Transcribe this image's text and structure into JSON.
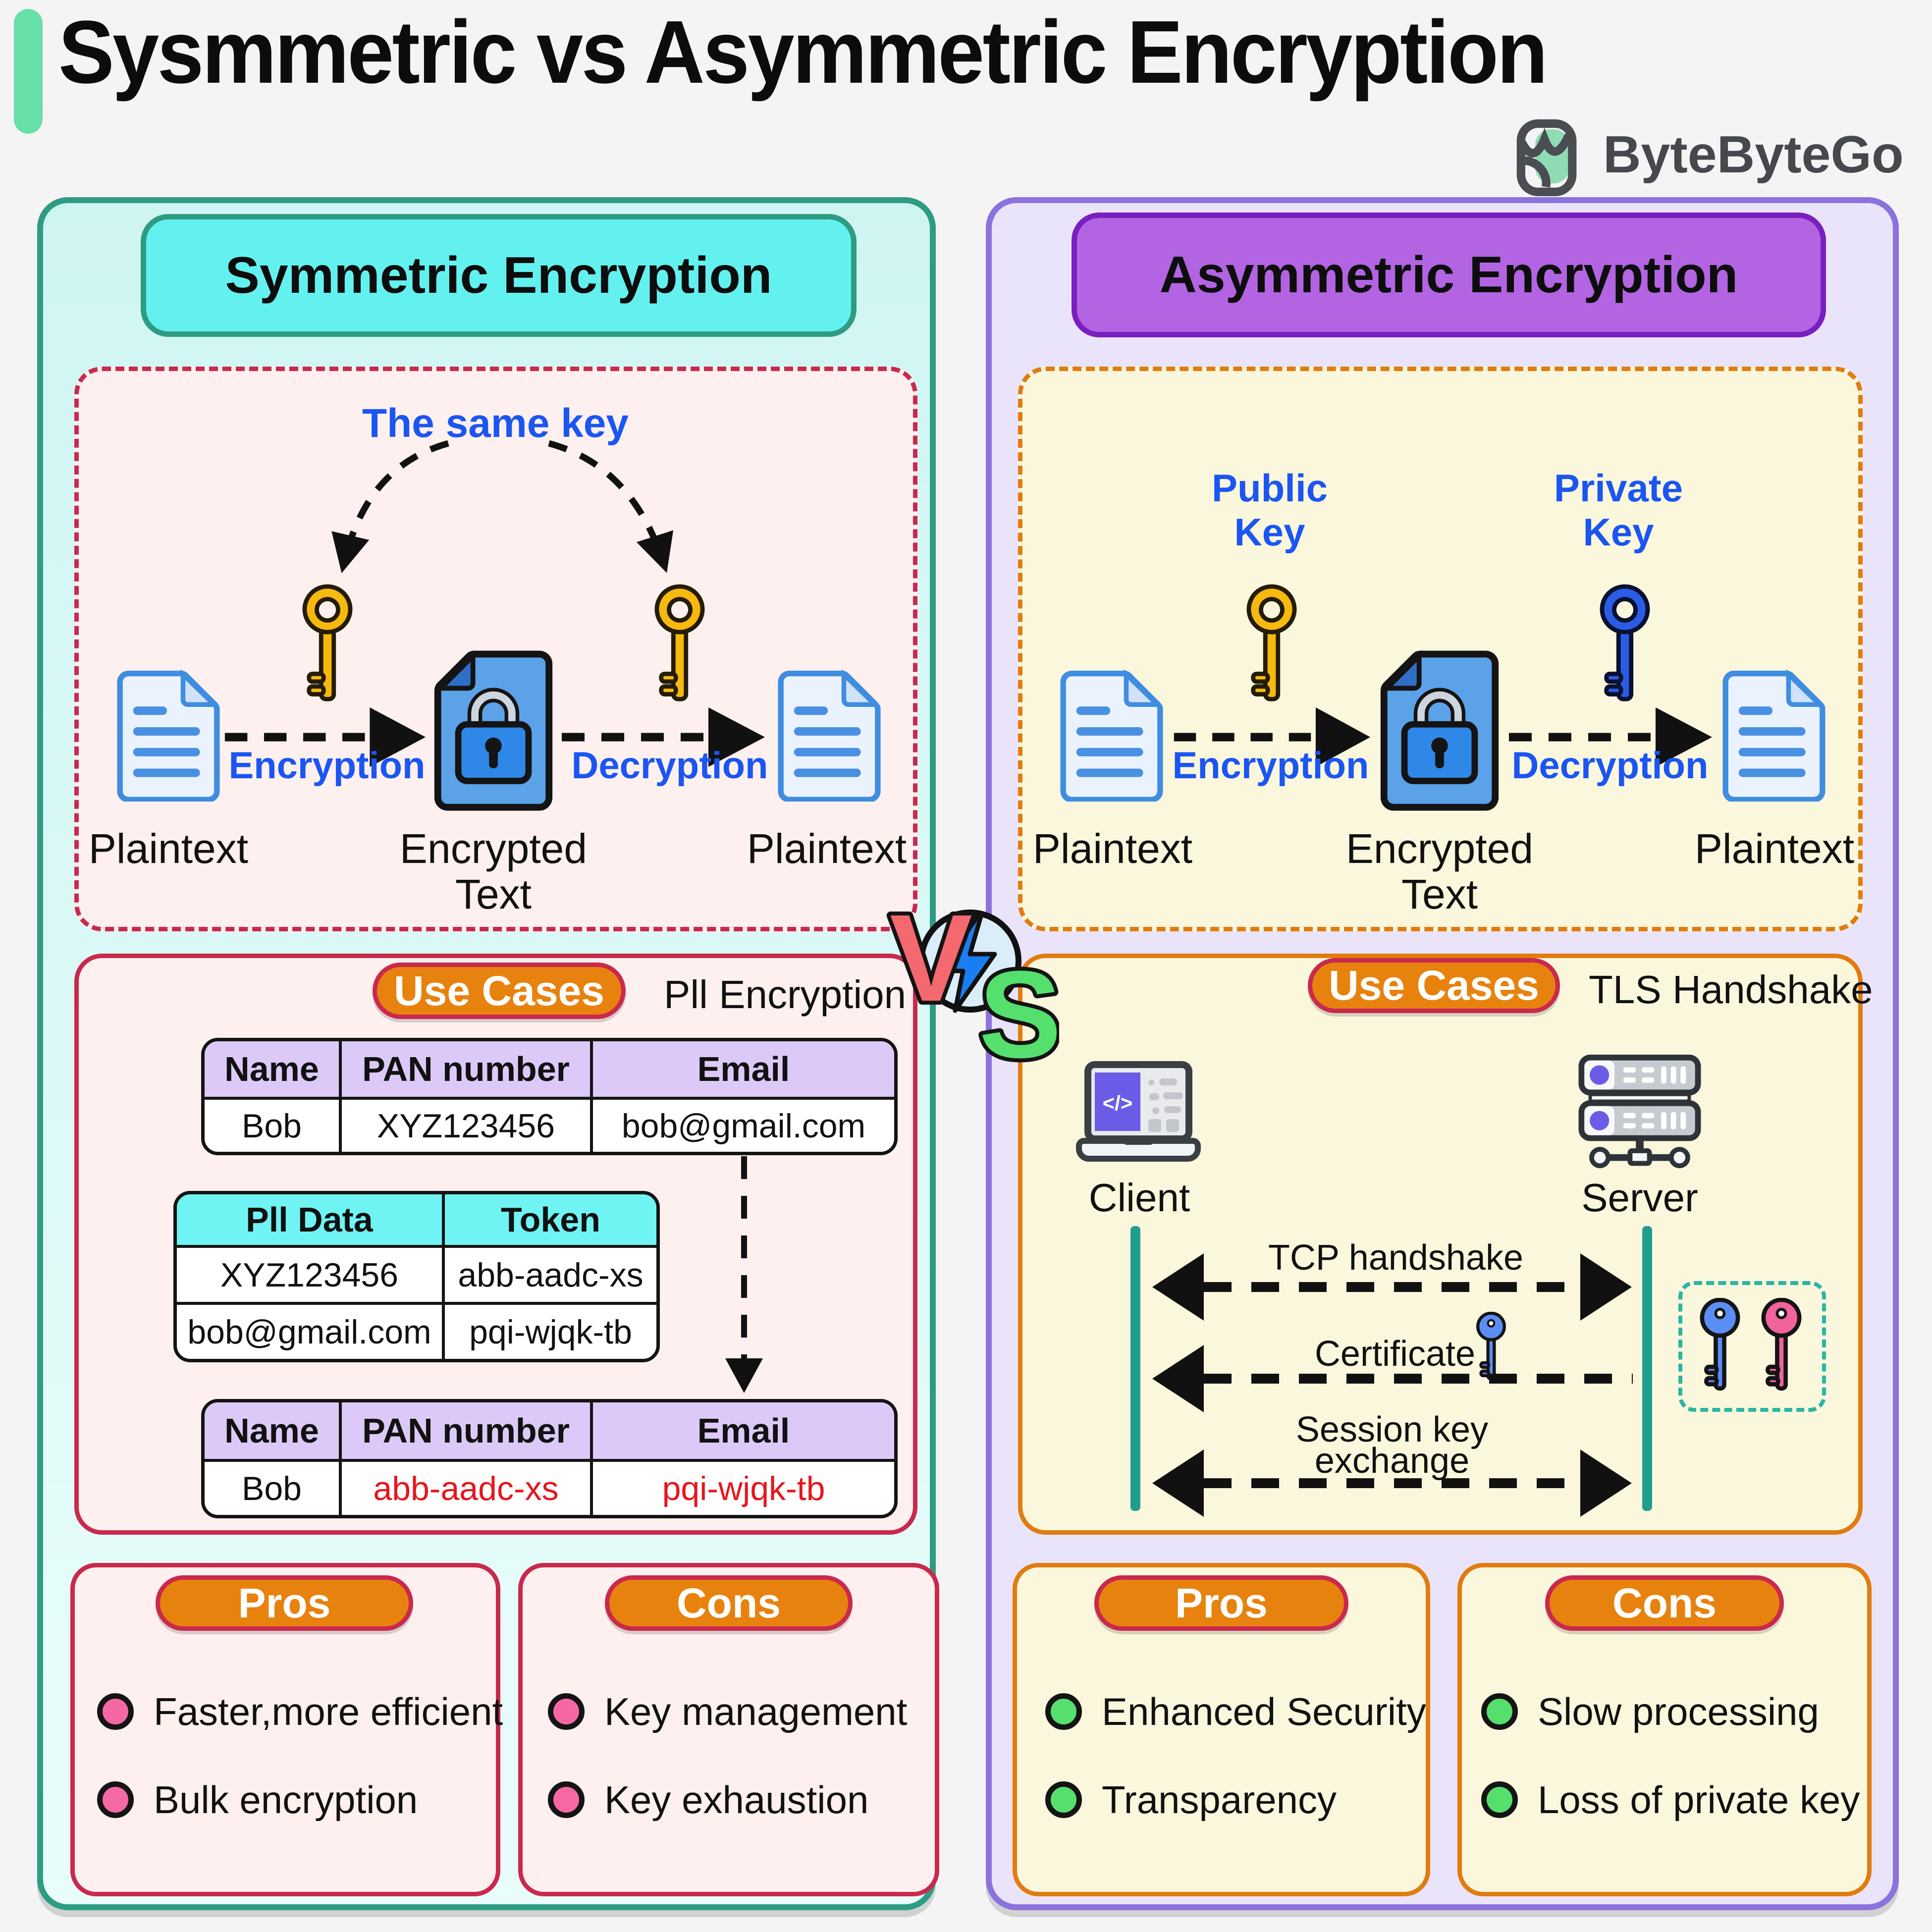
{
  "page": {
    "title": "Sysmmetric vs Asymmetric Encryption",
    "brand": "ByteByteGo"
  },
  "vs": {
    "v": "V",
    "s": "S"
  },
  "symmetric": {
    "header": "Symmetric Encryption",
    "flow": {
      "same_key": "The same key",
      "encryption": "Encryption",
      "decryption": "Decryption",
      "plaintext_left": "Plaintext",
      "encrypted_l1": "Encrypted",
      "encrypted_l2": "Text",
      "plaintext_right": "Plaintext"
    },
    "use_cases": {
      "badge": "Use Cases",
      "label": "Pll Encryption",
      "table1": {
        "headers": [
          "Name",
          "PAN number",
          "Email"
        ],
        "row": [
          "Bob",
          "XYZ123456",
          "bob@gmail.com"
        ]
      },
      "table2": {
        "headers": [
          "Pll Data",
          "Token"
        ],
        "rows": [
          [
            "XYZ123456",
            "abb-aadc-xs"
          ],
          [
            "bob@gmail.com",
            "pqi-wjqk-tb"
          ]
        ]
      },
      "table3": {
        "headers": [
          "Name",
          "PAN number",
          "Email"
        ],
        "row": [
          "Bob",
          "abb-aadc-xs",
          "pqi-wjqk-tb"
        ]
      }
    },
    "pros": {
      "badge": "Pros",
      "items": [
        "Faster,more efficient",
        "Bulk encryption"
      ]
    },
    "cons": {
      "badge": "Cons",
      "items": [
        "Key management",
        "Key exhaustion"
      ]
    }
  },
  "asymmetric": {
    "header": "Asymmetric Encryption",
    "flow": {
      "public_l1": "Public",
      "public_l2": "Key",
      "private_l1": "Private",
      "private_l2": "Key",
      "encryption": "Encryption",
      "decryption": "Decryption",
      "plaintext_left": "Plaintext",
      "encrypted_l1": "Encrypted",
      "encrypted_l2": "Text",
      "plaintext_right": "Plaintext"
    },
    "use_cases": {
      "badge": "Use Cases",
      "label": "TLS Handshake",
      "client": "Client",
      "server": "Server",
      "client_icon_glyph": "</>",
      "msg_tcp": "TCP handshake",
      "msg_cert": "Certificate",
      "msg_session_l1": "Session key",
      "msg_session_l2": "exchange"
    },
    "pros": {
      "badge": "Pros",
      "items": [
        "Enhanced Security",
        "Transparency"
      ]
    },
    "cons": {
      "badge": "Cons",
      "items": [
        "Slow processing",
        "Loss of private key"
      ]
    }
  },
  "colors": {
    "accent_green": "#67e0a7",
    "teal_border": "#2e9c83",
    "cyan_header": "#63f1ef",
    "crimson": "#c9294d",
    "pink_bg": "#fdf0ee",
    "orange_badge": "#e8820e",
    "purple_border": "#8b72dd",
    "purple_header": "#b264e2",
    "lavender_bg": "#eae4fb",
    "yellow_bg": "#fbf7dd",
    "orange_border": "#e07c10",
    "blue_text": "#1b55f2",
    "table_purple": "#dcc9f8",
    "table_cyan": "#6ff3f3",
    "red_value": "#e8141c",
    "lifeline_teal": "#1f9e8e",
    "gold_key": "#f5b90f",
    "private_key_blue": "#2b5ce6",
    "pair_key_blue": "#5b8ef5",
    "pair_key_pink": "#f0639b"
  }
}
